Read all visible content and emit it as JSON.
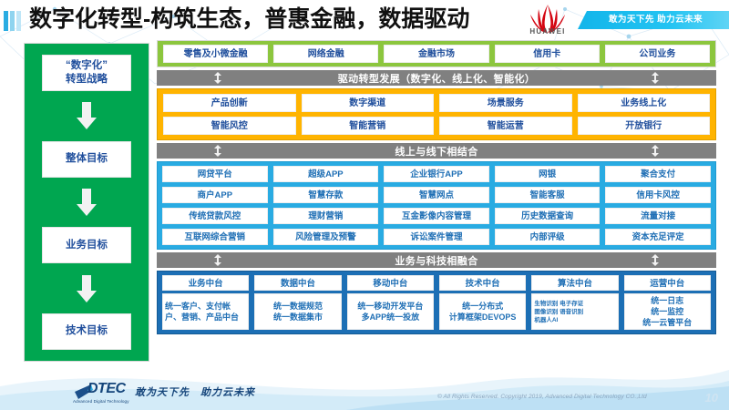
{
  "header": {
    "title": "数字化转型-构筑生态，普惠金融，数据驱动",
    "brand": "HUAWEI",
    "ribbon_text": "敢为天下先 助力云未来",
    "logo_icon": "huawei-flower-logo",
    "ribbon_icon": "paper-plane-icon"
  },
  "strategy_column": {
    "items": [
      {
        "label": "“数字化”\n转型战略",
        "line1": "“数字化”",
        "line2": "转型战略"
      },
      {
        "label": "整体目标"
      },
      {
        "label": "业务目标"
      },
      {
        "label": "技术目标"
      }
    ]
  },
  "business_lines": {
    "items": [
      "零售及小微金融",
      "网络金融",
      "金融市场",
      "信用卡",
      "公司业务"
    ]
  },
  "connector_bars": {
    "drive": "驱动转型发展（数字化、线上化、智能化）",
    "online_offline": "线上与线下相结合",
    "business_tech": "业务与科技相融合"
  },
  "drive_section": {
    "row1": [
      "产品创新",
      "数字渠道",
      "场景服务",
      "业务线上化"
    ],
    "row2": [
      "智能风控",
      "智能营销",
      "智能运营",
      "开放银行"
    ]
  },
  "online_offline_section": {
    "row1": [
      "网贷平台",
      "超级APP",
      "企业银行APP",
      "网银",
      "聚合支付"
    ],
    "row2": [
      "商户APP",
      "智慧存款",
      "智慧网点",
      "智能客服",
      "信用卡风控"
    ],
    "row3": [
      "传统贷款风控",
      "理财营销",
      "互金影像内容管理",
      "历史数据查询",
      "流量对接"
    ],
    "row4": [
      "互联网综合营销",
      "风险管理及预警",
      "诉讼案件管理",
      "内部评级",
      "资本充足评定"
    ]
  },
  "midplatform_section": {
    "columns": [
      {
        "head": "业务中台",
        "body": "统一客户、支付帐户、营销、产品中台"
      },
      {
        "head": "数据中台",
        "body_lines": [
          "统一数据规范",
          "统一数据集市"
        ]
      },
      {
        "head": "移动中台",
        "body_lines": [
          "统一移动开发平台",
          "多APP统一投放"
        ]
      },
      {
        "head": "技术中台",
        "body_lines": [
          "统一分布式",
          "计算框架DEVOPS"
        ]
      },
      {
        "head": "算法中台",
        "body_lines": [
          "生物识别 电子存证",
          "图像识别 语音识别",
          "机器人AI"
        ]
      },
      {
        "head": "运营中台",
        "body_lines": [
          "统一日志",
          "统一监控",
          "统一云管平台"
        ]
      }
    ]
  },
  "footer": {
    "logo_text": "DTEC",
    "logo_sub": "Advanced Digital Technology",
    "slogan": "敢为天下先　助力云未来",
    "copyright": "© All Rights Reserved. Copyright 2019, Advanced Digital Technology CO.,Ltd",
    "page_number": "10"
  },
  "colors": {
    "green": "#00a650",
    "lightgreen": "#8cc63e",
    "orange": "#ffb400",
    "blue": "#29abe2",
    "navy": "#1c6fb5",
    "gray": "#808080",
    "text_blue": "#1f4e9c"
  }
}
